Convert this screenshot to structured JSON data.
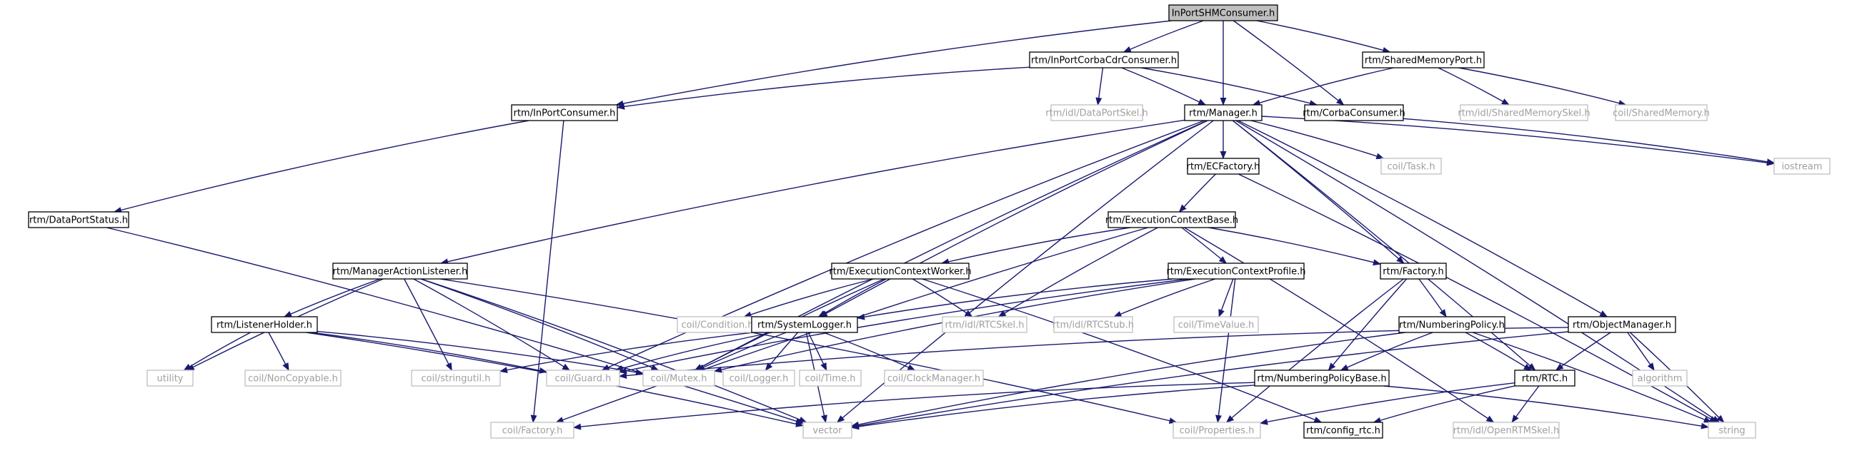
{
  "graph": {
    "root": "InPortSHMConsumer.h",
    "nodes": [
      {
        "id": "root",
        "label": "InPortSHMConsumer.h",
        "style": "root"
      },
      {
        "id": "cdr",
        "label": "rtm/InPortCorbaCdrConsumer.h",
        "style": "doc"
      },
      {
        "id": "shmport",
        "label": "rtm/SharedMemoryPort.h",
        "style": "doc"
      },
      {
        "id": "inport",
        "label": "rtm/InPortConsumer.h",
        "style": "doc"
      },
      {
        "id": "dpskel",
        "label": "rtm/idl/DataPortSkel.h",
        "style": "ext"
      },
      {
        "id": "manager",
        "label": "rtm/Manager.h",
        "style": "doc"
      },
      {
        "id": "corba",
        "label": "rtm/CorbaConsumer.h",
        "style": "doc"
      },
      {
        "id": "shmskel",
        "label": "rtm/idl/SharedMemorySkel.h",
        "style": "ext"
      },
      {
        "id": "shm",
        "label": "coil/SharedMemory.h",
        "style": "ext"
      },
      {
        "id": "iostream",
        "label": "iostream",
        "style": "ext"
      },
      {
        "id": "dpstatus",
        "label": "rtm/DataPortStatus.h",
        "style": "doc"
      },
      {
        "id": "ecfactory",
        "label": "rtm/ECFactory.h",
        "style": "doc"
      },
      {
        "id": "task",
        "label": "coil/Task.h",
        "style": "ext"
      },
      {
        "id": "ecbase",
        "label": "rtm/ExecutionContextBase.h",
        "style": "doc"
      },
      {
        "id": "mal",
        "label": "rtm/ManagerActionListener.h",
        "style": "doc"
      },
      {
        "id": "ecworker",
        "label": "rtm/ExecutionContextWorker.h",
        "style": "doc"
      },
      {
        "id": "ecprofile",
        "label": "rtm/ExecutionContextProfile.h",
        "style": "doc"
      },
      {
        "id": "factory",
        "label": "rtm/Factory.h",
        "style": "doc"
      },
      {
        "id": "listenerholder",
        "label": "rtm/ListenerHolder.h",
        "style": "doc"
      },
      {
        "id": "condition",
        "label": "coil/Condition.h",
        "style": "ext"
      },
      {
        "id": "syslogger",
        "label": "rtm/SystemLogger.h",
        "style": "doc"
      },
      {
        "id": "rtcskel",
        "label": "rtm/idl/RTCSkel.h",
        "style": "ext"
      },
      {
        "id": "rtcstub",
        "label": "rtm/idl/RTCStub.h",
        "style": "ext"
      },
      {
        "id": "timevalue",
        "label": "coil/TimeValue.h",
        "style": "ext"
      },
      {
        "id": "numpolicy",
        "label": "rtm/NumberingPolicy.h",
        "style": "doc"
      },
      {
        "id": "objmanager",
        "label": "rtm/ObjectManager.h",
        "style": "doc"
      },
      {
        "id": "utility",
        "label": "utility",
        "style": "ext"
      },
      {
        "id": "noncopyable",
        "label": "coil/NonCopyable.h",
        "style": "ext"
      },
      {
        "id": "stringutil",
        "label": "coil/stringutil.h",
        "style": "ext"
      },
      {
        "id": "guard",
        "label": "coil/Guard.h",
        "style": "ext"
      },
      {
        "id": "mutex",
        "label": "coil/Mutex.h",
        "style": "ext"
      },
      {
        "id": "logger",
        "label": "coil/Logger.h",
        "style": "ext"
      },
      {
        "id": "time",
        "label": "coil/Time.h",
        "style": "ext"
      },
      {
        "id": "clockmgr",
        "label": "coil/ClockManager.h",
        "style": "ext"
      },
      {
        "id": "npbase",
        "label": "rtm/NumberingPolicyBase.h",
        "style": "doc"
      },
      {
        "id": "rtc",
        "label": "rtm/RTC.h",
        "style": "doc"
      },
      {
        "id": "algorithm",
        "label": "algorithm",
        "style": "ext"
      },
      {
        "id": "cfactory",
        "label": "coil/Factory.h",
        "style": "ext"
      },
      {
        "id": "vector",
        "label": "vector",
        "style": "ext"
      },
      {
        "id": "props",
        "label": "coil/Properties.h",
        "style": "ext"
      },
      {
        "id": "configrtc",
        "label": "rtm/config_rtc.h",
        "style": "doc"
      },
      {
        "id": "openrtm",
        "label": "rtm/idl/OpenRTMSkel.h",
        "style": "ext"
      },
      {
        "id": "string",
        "label": "string",
        "style": "ext"
      }
    ],
    "edges": [
      [
        "root",
        "cdr"
      ],
      [
        "root",
        "shmport"
      ],
      [
        "root",
        "inport"
      ],
      [
        "root",
        "manager"
      ],
      [
        "root",
        "corba"
      ],
      [
        "cdr",
        "inport"
      ],
      [
        "cdr",
        "dpskel"
      ],
      [
        "cdr",
        "manager"
      ],
      [
        "cdr",
        "corba"
      ],
      [
        "shmport",
        "manager"
      ],
      [
        "shmport",
        "shmskel"
      ],
      [
        "shmport",
        "shm"
      ],
      [
        "inport",
        "dpstatus"
      ],
      [
        "inport",
        "cfactory"
      ],
      [
        "manager",
        "iostream"
      ],
      [
        "manager",
        "ecfactory"
      ],
      [
        "manager",
        "task"
      ],
      [
        "manager",
        "mal"
      ],
      [
        "manager",
        "syslogger"
      ],
      [
        "manager",
        "factory"
      ],
      [
        "manager",
        "objmanager"
      ],
      [
        "manager",
        "rtc"
      ],
      [
        "manager",
        "guard"
      ],
      [
        "manager",
        "mutex"
      ],
      [
        "manager",
        "vector"
      ],
      [
        "manager",
        "string"
      ],
      [
        "corba",
        "iostream"
      ],
      [
        "dpstatus",
        "vector"
      ],
      [
        "ecfactory",
        "ecbase"
      ],
      [
        "ecfactory",
        "string"
      ],
      [
        "ecbase",
        "ecworker"
      ],
      [
        "ecbase",
        "ecprofile"
      ],
      [
        "ecbase",
        "factory"
      ],
      [
        "ecbase",
        "rtcskel"
      ],
      [
        "ecbase",
        "cfactory"
      ],
      [
        "ecbase",
        "openrtm"
      ],
      [
        "mal",
        "listenerholder"
      ],
      [
        "mal",
        "utility"
      ],
      [
        "mal",
        "stringutil"
      ],
      [
        "mal",
        "guard"
      ],
      [
        "mal",
        "mutex"
      ],
      [
        "mal",
        "vector"
      ],
      [
        "mal",
        "props"
      ],
      [
        "ecworker",
        "condition"
      ],
      [
        "ecworker",
        "syslogger"
      ],
      [
        "ecworker",
        "rtcskel"
      ],
      [
        "ecworker",
        "mutex"
      ],
      [
        "ecworker",
        "configrtc"
      ],
      [
        "ecprofile",
        "rtcstub"
      ],
      [
        "ecprofile",
        "timevalue"
      ],
      [
        "ecprofile",
        "syslogger"
      ],
      [
        "ecprofile",
        "guard"
      ],
      [
        "ecprofile",
        "mutex"
      ],
      [
        "ecprofile",
        "props"
      ],
      [
        "factory",
        "numpolicy"
      ],
      [
        "factory",
        "npbase"
      ],
      [
        "factory",
        "props"
      ],
      [
        "listenerholder",
        "utility"
      ],
      [
        "listenerholder",
        "noncopyable"
      ],
      [
        "listenerholder",
        "guard"
      ],
      [
        "listenerholder",
        "mutex"
      ],
      [
        "listenerholder",
        "vector"
      ],
      [
        "syslogger",
        "logger"
      ],
      [
        "syslogger",
        "time"
      ],
      [
        "syslogger",
        "clockmgr"
      ],
      [
        "syslogger",
        "guard"
      ],
      [
        "syslogger",
        "mutex"
      ],
      [
        "syslogger",
        "stringutil"
      ],
      [
        "syslogger",
        "vector"
      ],
      [
        "numpolicy",
        "npbase"
      ],
      [
        "numpolicy",
        "rtc"
      ],
      [
        "numpolicy",
        "string"
      ],
      [
        "numpolicy",
        "vector"
      ],
      [
        "objmanager",
        "rtc"
      ],
      [
        "objmanager",
        "algorithm"
      ],
      [
        "objmanager",
        "string"
      ],
      [
        "objmanager",
        "vector"
      ],
      [
        "objmanager",
        "guard"
      ],
      [
        "npbase",
        "cfactory"
      ],
      [
        "npbase",
        "vector"
      ],
      [
        "npbase",
        "string"
      ],
      [
        "rtc",
        "props"
      ],
      [
        "rtc",
        "configrtc"
      ],
      [
        "rtc",
        "openrtm"
      ]
    ]
  },
  "colors": {
    "root_fill": "#bfbfbf",
    "doc_fill": "#ffffff",
    "doc_border": "#000000",
    "ext_border": "#bfbfbf",
    "ext_text": "#a0a0a0",
    "doc_text": "#000000",
    "edge": "#191970"
  }
}
